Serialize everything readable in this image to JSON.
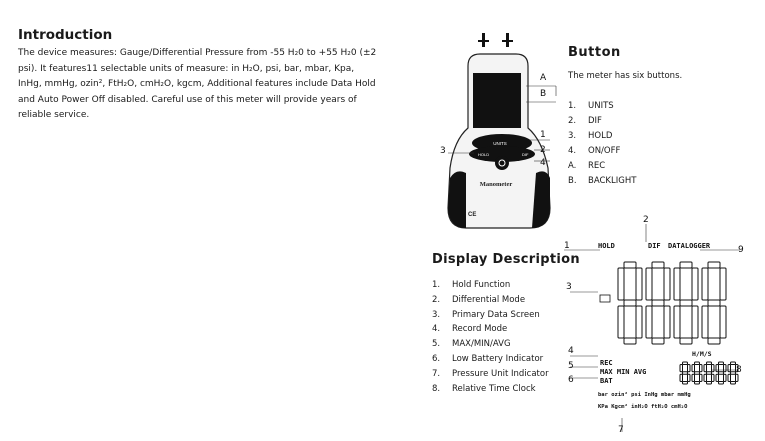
{
  "introduction": {
    "title": "Introduction",
    "body": "The device measures: Gauge/Differential Pressure from -55 H₂0 to +55 H₂0 (±2 psi). It features11 selectable units of measure: in H₂O, psi, bar, mbar, Kpa, InHg, mmHg, ozin², FtH₂O, cmH₂O, kgcm, Additional features include Data Hold and Auto Power Off disabled. Careful use of this meter will provide years of reliable service."
  },
  "button_section": {
    "title": "Button",
    "intro": "The meter has six buttons.",
    "items": [
      {
        "num": "1.",
        "label": "UNITS"
      },
      {
        "num": "2.",
        "label": "DIF"
      },
      {
        "num": "3.",
        "label": "HOLD"
      },
      {
        "num": "4.",
        "label": "ON/OFF"
      },
      {
        "num": "A.",
        "label": "REC"
      },
      {
        "num": "B.",
        "label": "BACKLIGHT"
      }
    ]
  },
  "display_section": {
    "title": "Display Description",
    "items": [
      {
        "num": "1.",
        "label": "Hold Function"
      },
      {
        "num": "2.",
        "label": "Differential Mode"
      },
      {
        "num": "3.",
        "label": "Primary Data Screen"
      },
      {
        "num": "4.",
        "label": "Record Mode"
      },
      {
        "num": "5.",
        "label": "MAX/MIN/AVG"
      },
      {
        "num": "6.",
        "label": "Low Battery Indicator"
      },
      {
        "num": "7.",
        "label": "Pressure Unit Indicator"
      },
      {
        "num": "8.",
        "label": "Relative Time Clock"
      }
    ]
  },
  "device_figure": {
    "callouts": [
      "A",
      "B",
      "1",
      "2",
      "3",
      "4"
    ],
    "buttons": {
      "units": "UNITS",
      "hold": "HOLD",
      "dif": "DIF"
    },
    "brand": "Manometer",
    "ce_mark": "CE"
  },
  "lcd_figure": {
    "callouts": [
      "1",
      "2",
      "3",
      "4",
      "5",
      "6",
      "7",
      "8",
      "9"
    ],
    "hold": "HOLD",
    "dif": "DIF",
    "datalogger": "DATALOGGER",
    "hms": "H/M/S",
    "rec": "REC",
    "maxminavg": "MAX MIN AVG",
    "bat": "BAT",
    "units_row1": "bar ozin² psi InHg mbar mmHg",
    "units_row2": "KPa Kgcm² inH₂O ftH₂O cmH₂O"
  }
}
